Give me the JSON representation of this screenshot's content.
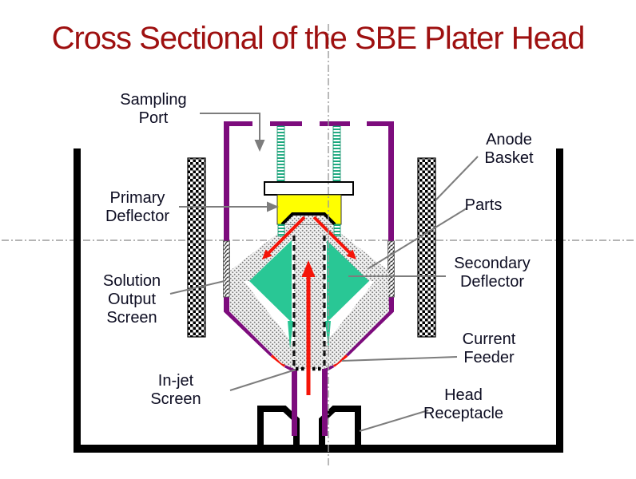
{
  "title": "Cross Sectional of the SBE Plater Head",
  "labels": {
    "sampling_port": "Sampling\nPort",
    "primary_deflector": "Primary\nDeflector",
    "solution_output_screen": "Solution\nOutput\nScreen",
    "in_jet_screen": "In-jet\nScreen",
    "anode_basket": "Anode\nBasket",
    "parts": "Parts",
    "secondary_deflector": "Secondary\nDeflector",
    "current_feeder": "Current\nFeeder",
    "head_receptacle": "Head\nReceptacle"
  },
  "colors": {
    "title": "#9e1010",
    "label_text": "#0d0d22",
    "head_wall": "#7d0c7d",
    "deflector_yellow": "#ffff00",
    "parts_green": "#29c795",
    "flow_red": "#f51408",
    "leader_gray": "#7d7d7d",
    "centerline_gray": "#9b9b9b",
    "tank_black": "#000000"
  }
}
